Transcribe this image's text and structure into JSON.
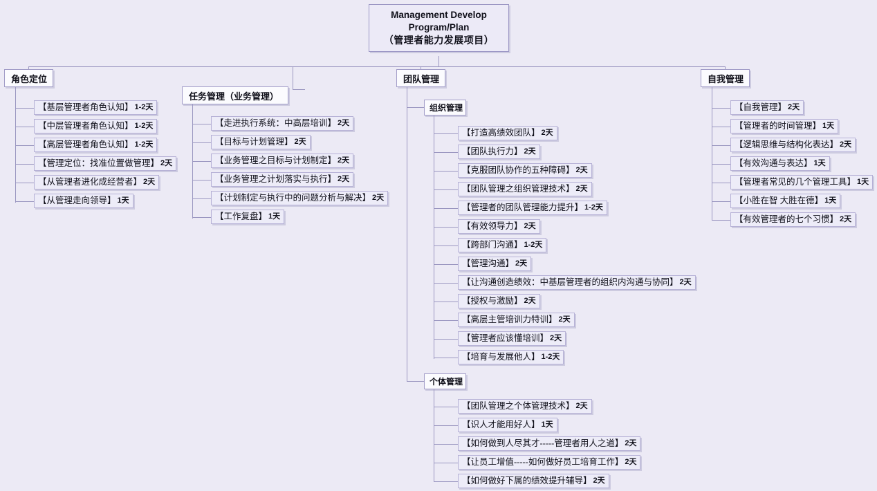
{
  "diagram": {
    "type": "mind-map",
    "title_en_line1": "Management Develop",
    "title_en_line2": "Program/Plan",
    "title_cn": "（管理者能力发展项目）",
    "colors": {
      "background": "#eceaf5",
      "node_fill": "#fbfbfe",
      "leaf_fill": "#edecf8",
      "border": "#b0abd2",
      "connector": "#9a96c0",
      "text": "#10101a"
    }
  },
  "branches": {
    "role": {
      "label": "角色定位",
      "items": [
        {
          "title": "【基层管理者角色认知】",
          "days": "1-2天"
        },
        {
          "title": "【中层管理者角色认知】",
          "days": "1-2天"
        },
        {
          "title": "【高层管理者角色认知】",
          "days": "1-2天"
        },
        {
          "title": "【管理定位：找准位置做管理】",
          "days": "2天"
        },
        {
          "title": "【从管理者进化成经营者】",
          "days": "2天"
        },
        {
          "title": "【从管理走向领导】",
          "days": "1天"
        }
      ]
    },
    "task": {
      "label": "任务管理（业务管理）",
      "items": [
        {
          "title": "【走进执行系统：中高层培训】",
          "days": "2天"
        },
        {
          "title": "【目标与计划管理】",
          "days": "2天"
        },
        {
          "title": "【业务管理之目标与计划制定】",
          "days": "2天"
        },
        {
          "title": "【业务管理之计划落实与执行】",
          "days": "2天"
        },
        {
          "title": "【计划制定与执行中的问题分析与解决】",
          "days": "2天"
        },
        {
          "title": "【工作复盘】",
          "days": "1天"
        }
      ]
    },
    "team": {
      "label": "团队管理",
      "org": {
        "label": "组织管理",
        "items": [
          {
            "title": "【打造高绩效团队】",
            "days": "2天"
          },
          {
            "title": "【团队执行力】",
            "days": "2天"
          },
          {
            "title": "【克服团队协作的五种障碍】",
            "days": "2天"
          },
          {
            "title": "【团队管理之组织管理技术】",
            "days": "2天"
          },
          {
            "title": "【管理者的团队管理能力提升】",
            "days": "1-2天"
          },
          {
            "title": "【有效领导力】",
            "days": "2天"
          },
          {
            "title": "【跨部门沟通】",
            "days": "1-2天"
          },
          {
            "title": "【管理沟通】",
            "days": "2天"
          },
          {
            "title": "【让沟通创造绩效：中基层管理者的组织内沟通与协同】",
            "days": "2天"
          },
          {
            "title": "【授权与激励】",
            "days": "2天"
          },
          {
            "title": "【高层主管培训力特训】",
            "days": "2天"
          },
          {
            "title": "【管理者应该懂培训】",
            "days": "2天"
          },
          {
            "title": "【培育与发展他人】",
            "days": "1-2天"
          }
        ]
      },
      "individual": {
        "label": "个体管理",
        "items": [
          {
            "title": "【团队管理之个体管理技术】",
            "days": "2天"
          },
          {
            "title": "【识人才能用好人】",
            "days": "1天"
          },
          {
            "title": "【如何做到人尽其才-----管理者用人之道】",
            "days": "2天"
          },
          {
            "title": "【让员工增值-----如何做好员工培育工作】",
            "days": "2天"
          },
          {
            "title": "【如何做好下属的绩效提升辅导】",
            "days": "2天"
          }
        ]
      }
    },
    "self": {
      "label": "自我管理",
      "items": [
        {
          "title": "【自我管理】",
          "days": "2天"
        },
        {
          "title": "【管理者的时间管理】",
          "days": "1天"
        },
        {
          "title": "【逻辑思维与结构化表达】",
          "days": "2天"
        },
        {
          "title": "【有效沟通与表达】",
          "days": "1天"
        },
        {
          "title": "【管理者常见的几个管理工具】",
          "days": "1天"
        },
        {
          "title": "【小胜在智 大胜在德】",
          "days": "1天"
        },
        {
          "title": "【有效管理者的七个习惯】",
          "days": "2天"
        }
      ]
    }
  }
}
